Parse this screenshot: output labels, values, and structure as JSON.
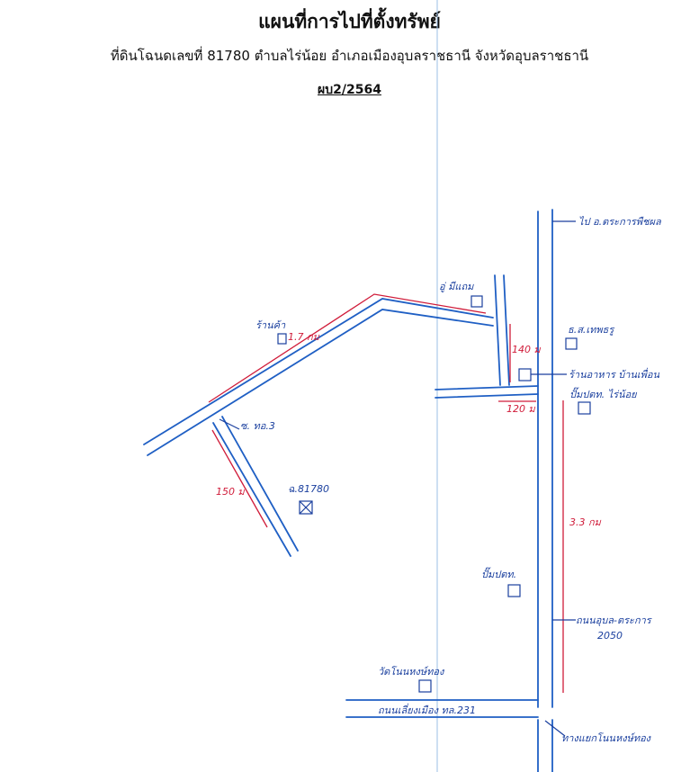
{
  "header": {
    "title": "แผนที่การไปที่ตั้งทรัพย์",
    "subtitle": "ที่ดินโฉนดเลขที่ 81780 ตำบลไร่น้อย อำเภอเมืองอุบลราชธานี จังหวัดอุบลราชธานี",
    "code": "ผบ2/2564"
  },
  "map": {
    "colors": {
      "road": "#1f5fc4",
      "distance": "#d01c3a",
      "text": "#1a3f9e",
      "fold_line": "#9bbfe6"
    },
    "labels": {
      "top_right": "ไป อ.ตระการพืชผล",
      "coop": "อู่ มีแถม",
      "shop_left": "ร้านค้า",
      "bank": "ธ.ส.เทพธรู",
      "restaurant": "ร้านอาหาร บ้านเพื่อน",
      "gas_ptt_top": "ปั๊มปตท. ไร่น้อย",
      "soi": "ซ. ทอ.3",
      "parcel": "ฉ.81780",
      "gas_ptt_mid": "ปั๊มปตท.",
      "highway": "ถนนอุบล-ตระการ",
      "highway_no": "2050",
      "temple": "วัดโนนหงษ์ทอง",
      "main_road": "ถนนเลี่ยงเมือง ทล.231",
      "junction": "ทางแยกโนนหงษ์ทอง"
    },
    "distances": {
      "d1": "1.7 กม",
      "d2": "140 ม",
      "d3": "120 ม",
      "d4": "150 ม",
      "d5": "3.3 กม"
    }
  }
}
